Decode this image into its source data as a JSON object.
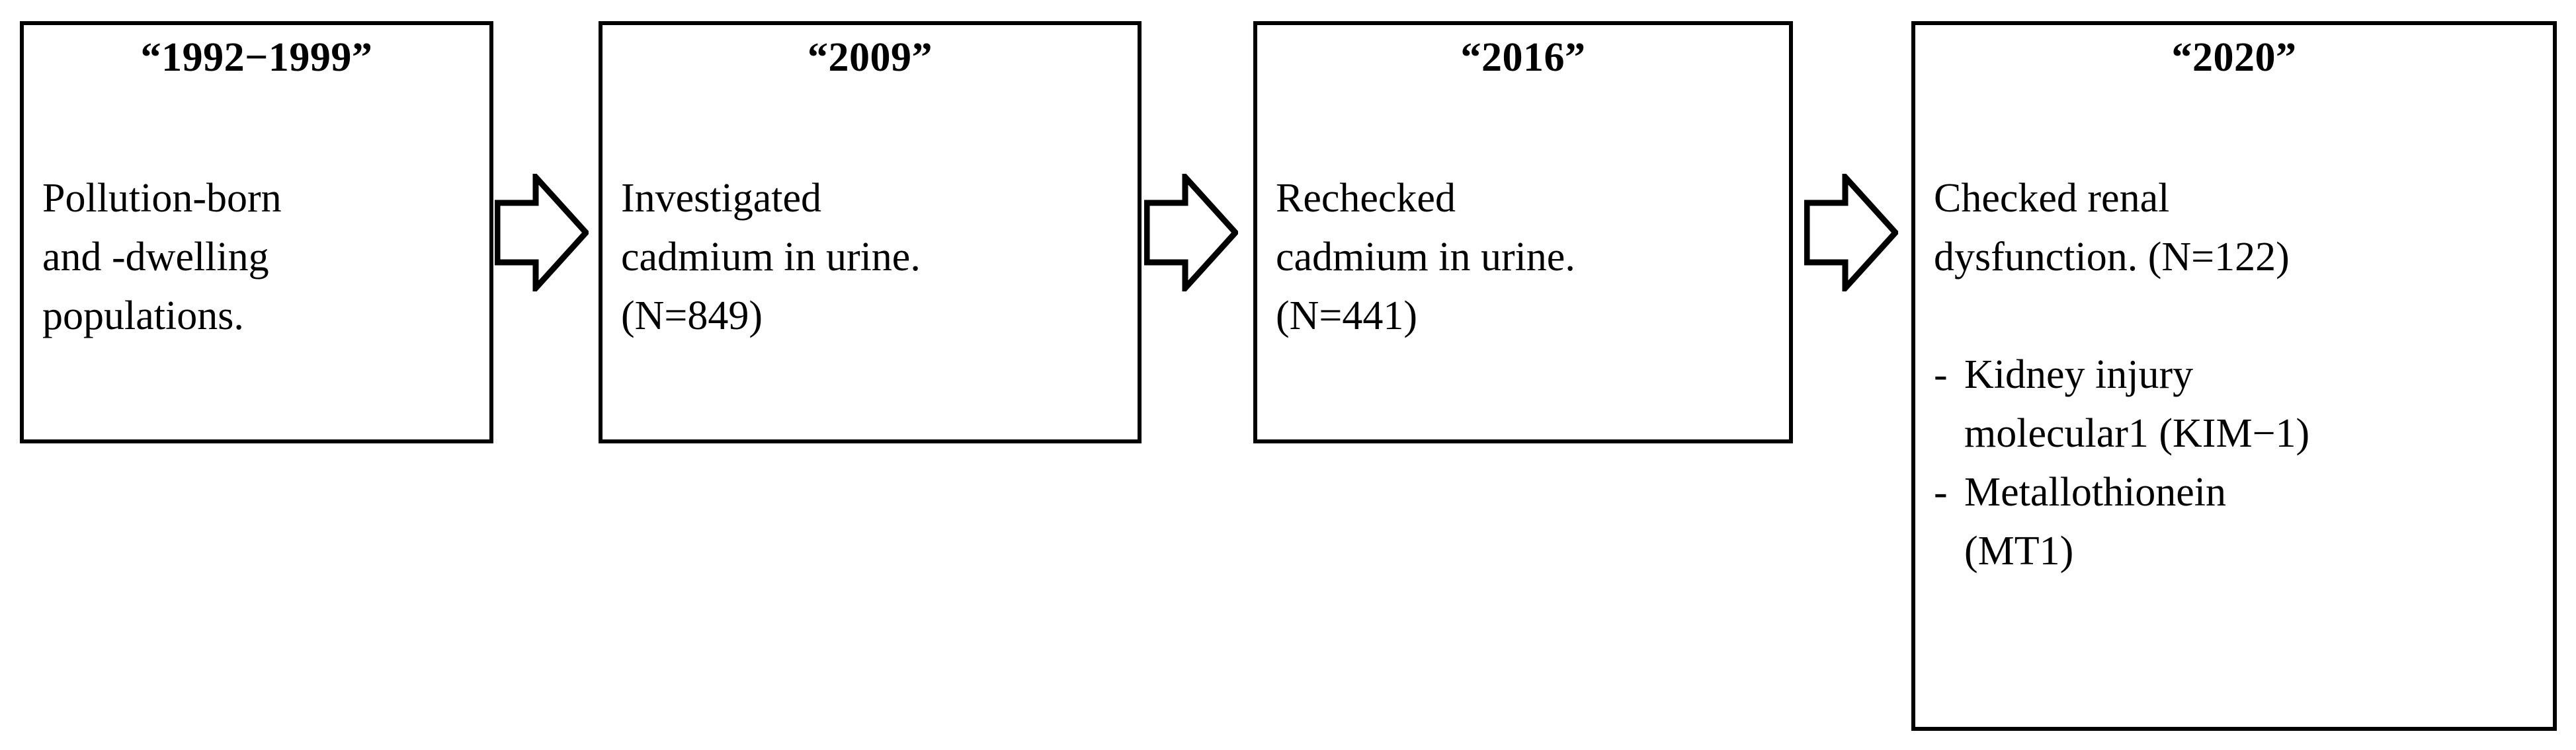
{
  "diagram": {
    "type": "timeline-flowchart",
    "orientation": "horizontal-left-to-right",
    "steps": [
      {
        "title": "“1992−1999”",
        "body_lines": [
          "Pollution-born",
          "and -dwelling",
          "populations."
        ],
        "bullets": []
      },
      {
        "title": "“2009”",
        "body_lines": [
          "Investigated",
          "cadmium in urine.",
          "(N=849)"
        ],
        "bullets": []
      },
      {
        "title": "“2016”",
        "body_lines": [
          "Rechecked",
          "cadmium in urine.",
          "(N=441)"
        ],
        "bullets": []
      },
      {
        "title": "“2020”",
        "body_lines": [
          "Checked renal",
          "dysfunction. (N=122)"
        ],
        "bullets": [
          {
            "marker": "-",
            "lines": [
              "Kidney injury",
              "molecular1 (KIM−1)"
            ]
          },
          {
            "marker": "-",
            "lines": [
              "Metallothionein",
              "(MT1)"
            ]
          }
        ]
      }
    ],
    "connectors": [
      {
        "name": "arrow-step1-to-step2",
        "glyph": "block-arrow-right"
      },
      {
        "name": "arrow-step2-to-step3",
        "glyph": "block-arrow-right"
      },
      {
        "name": "arrow-step3-to-step4",
        "glyph": "block-arrow-right"
      }
    ],
    "colors": {
      "stroke": "#000000",
      "fill": "#ffffff",
      "text": "#000000"
    }
  }
}
